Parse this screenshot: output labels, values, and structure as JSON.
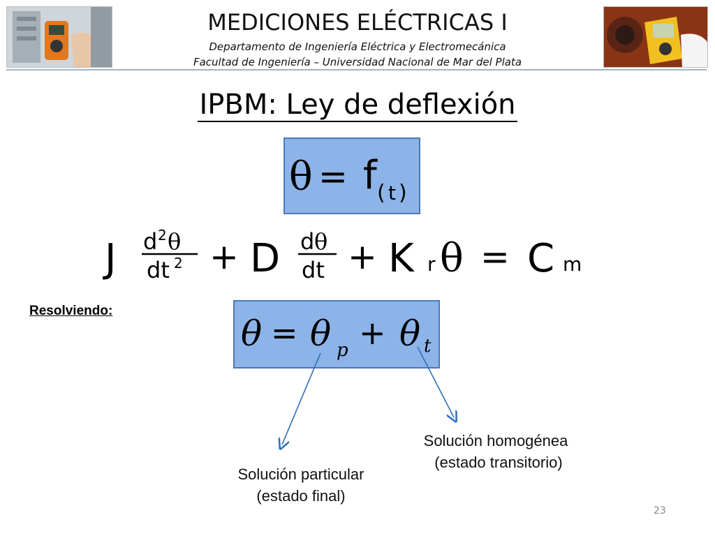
{
  "header": {
    "title": "MEDICIONES ELÉCTRICAS I",
    "department": "Departamento de Ingeniería Eléctrica y Electromecánica",
    "faculty": "Facultad de Ingeniería – Universidad Nacional de Mar del Plata"
  },
  "slide": {
    "title": "IPBM: Ley de deflexión",
    "page_number": "23"
  },
  "equations": {
    "eq1": {
      "theta": "θ",
      "equals": "=",
      "f": "f",
      "paren_open": "(",
      "t": "t",
      "paren_close": ")"
    },
    "eq2": {
      "J": "J",
      "d2": "d",
      "two": "2",
      "theta": "θ",
      "dt": "dt",
      "plus": "+",
      "D": "D",
      "d": "d",
      "K": "K",
      "r": "r",
      "equals": "=",
      "C": "C",
      "m": "m"
    },
    "eq3": {
      "theta": "θ",
      "equals": "=",
      "p": "p",
      "plus": "+",
      "t": "t"
    }
  },
  "labels": {
    "resolving": "Resolviendo:",
    "particular_line1": "Solución particular",
    "particular_line2": "(estado final)",
    "homogeneous_line1": "Solución homogénea",
    "homogeneous_line2": "(estado transitorio)"
  },
  "colors": {
    "box_fill": "#8db4e8",
    "box_border": "#4a78b9",
    "arrow": "#2f6fbf"
  }
}
